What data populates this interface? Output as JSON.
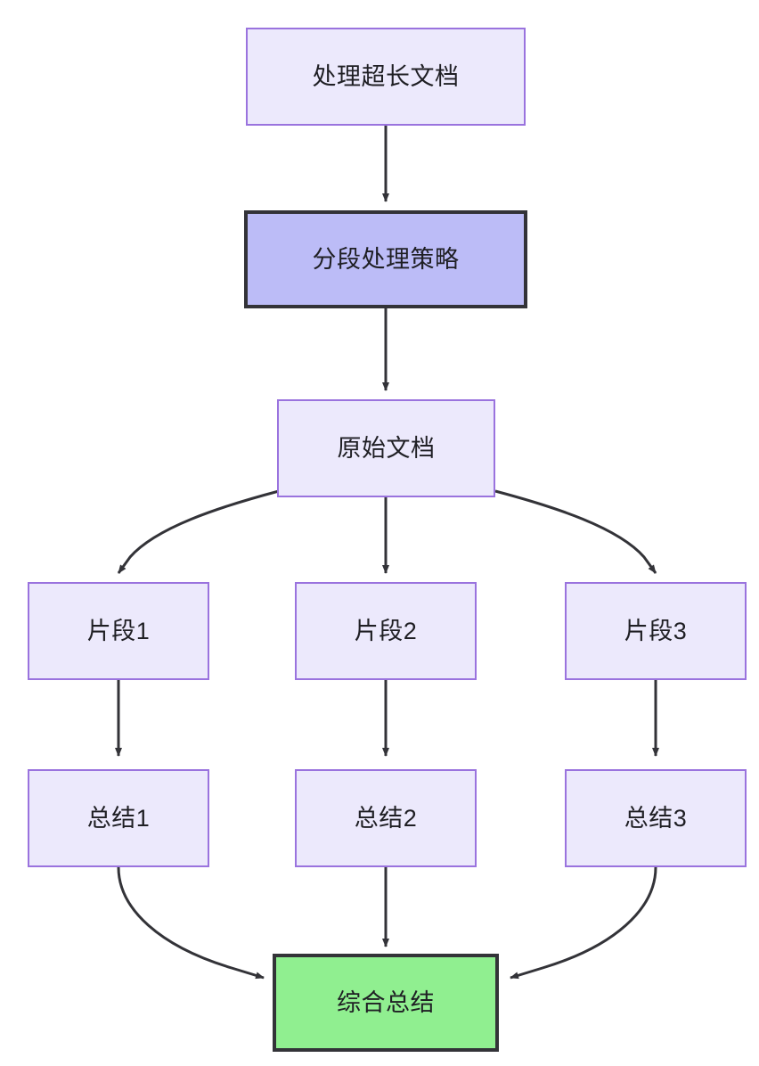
{
  "diagram": {
    "type": "flowchart",
    "direction": "top-to-bottom",
    "title_text": "",
    "colors": {
      "canvas_background": "#ffffff",
      "default_node_fill": "#ece9fc",
      "default_node_stroke": "#9a73de",
      "emphasis_node_fill": "#bcbcf7",
      "emphasis_node_stroke": "#333338",
      "terminal_node_fill": "#90ef90",
      "terminal_node_stroke": "#333338",
      "edge_stroke": "#333338",
      "text_color": "#1f1f24"
    },
    "nodes": [
      {
        "id": "n1",
        "label": "处理超长文档",
        "style": "default"
      },
      {
        "id": "n2",
        "label": "分段处理策略",
        "style": "emphasis"
      },
      {
        "id": "n3",
        "label": "原始文档",
        "style": "default"
      },
      {
        "id": "n4",
        "label": "片段1",
        "style": "default"
      },
      {
        "id": "n5",
        "label": "片段2",
        "style": "default"
      },
      {
        "id": "n6",
        "label": "片段3",
        "style": "default"
      },
      {
        "id": "n7",
        "label": "总结1",
        "style": "default"
      },
      {
        "id": "n8",
        "label": "总结2",
        "style": "default"
      },
      {
        "id": "n9",
        "label": "总结3",
        "style": "default"
      },
      {
        "id": "n10",
        "label": "综合总结",
        "style": "terminal"
      }
    ],
    "edges": [
      {
        "from": "处理超长文档",
        "to": "分段处理策略",
        "shape": "straight",
        "arrow": "end"
      },
      {
        "from": "分段处理策略",
        "to": "原始文档",
        "shape": "straight",
        "arrow": "end"
      },
      {
        "from": "原始文档",
        "to": "片段1",
        "shape": "curved",
        "arrow": "end"
      },
      {
        "from": "原始文档",
        "to": "片段2",
        "shape": "straight",
        "arrow": "end"
      },
      {
        "from": "原始文档",
        "to": "片段3",
        "shape": "curved",
        "arrow": "end"
      },
      {
        "from": "片段1",
        "to": "总结1",
        "shape": "straight",
        "arrow": "end"
      },
      {
        "from": "片段2",
        "to": "总结2",
        "shape": "straight",
        "arrow": "end"
      },
      {
        "from": "片段3",
        "to": "总结3",
        "shape": "straight",
        "arrow": "end"
      },
      {
        "from": "总结1",
        "to": "综合总结",
        "shape": "curved",
        "arrow": "end"
      },
      {
        "from": "总结2",
        "to": "综合总结",
        "shape": "straight",
        "arrow": "end"
      },
      {
        "from": "总结3",
        "to": "综合总结",
        "shape": "curved",
        "arrow": "end"
      }
    ]
  }
}
